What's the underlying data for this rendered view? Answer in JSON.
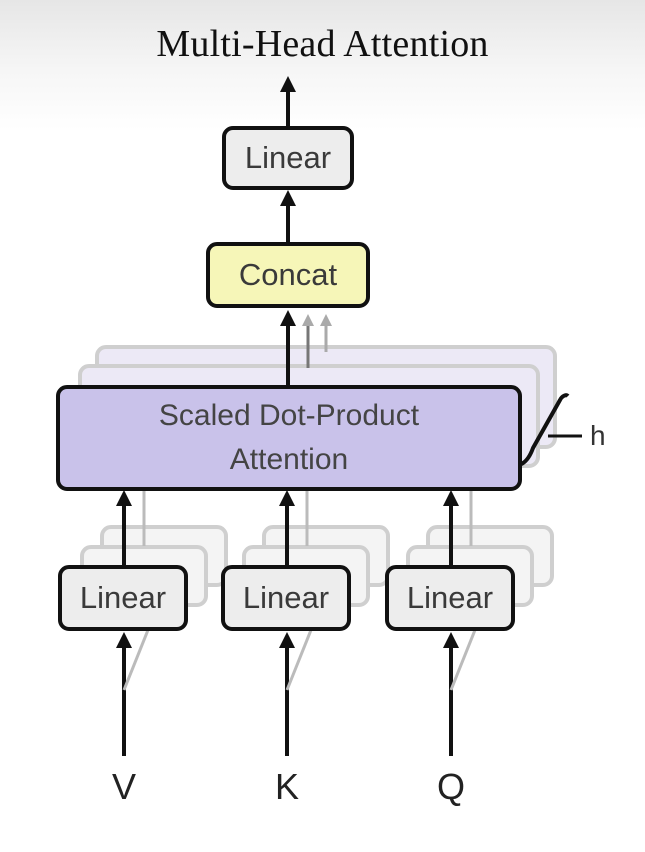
{
  "title": "Multi-Head Attention",
  "blocks": {
    "top_linear": "Linear",
    "concat": "Concat",
    "attention_line1": "Scaled Dot-Product",
    "attention_line2": "Attention",
    "linear_v": "Linear",
    "linear_k": "Linear",
    "linear_q": "Linear"
  },
  "inputs": {
    "v": "V",
    "k": "K",
    "q": "Q"
  },
  "heads_label": "h",
  "colors": {
    "linear_fill": "#ededed",
    "concat_fill": "#f6f6b8",
    "attention_fill": "#c9c2ea",
    "stroke": "#111111"
  }
}
